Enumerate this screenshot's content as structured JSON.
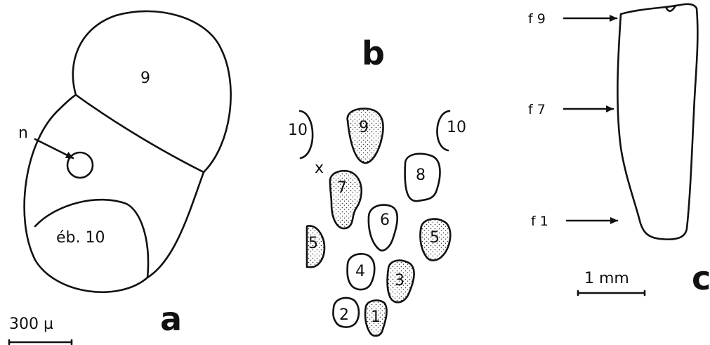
{
  "panel_a": {
    "letter": "a",
    "cell_9_label": "9",
    "nucleus_label": "n",
    "bud_label": "éb. 10",
    "scale_label": "300 µ"
  },
  "panel_b": {
    "letter": "b",
    "left_bracket_label": "10",
    "right_bracket_label": "10",
    "x_mark": "x",
    "cells": [
      "9",
      "8",
      "7",
      "6",
      "5",
      "5",
      "4",
      "3",
      "2",
      "1"
    ]
  },
  "panel_c": {
    "letter": "c",
    "arrow_labels": [
      "f 9",
      "f 7",
      "f 1"
    ],
    "scale_label": "1 mm"
  }
}
